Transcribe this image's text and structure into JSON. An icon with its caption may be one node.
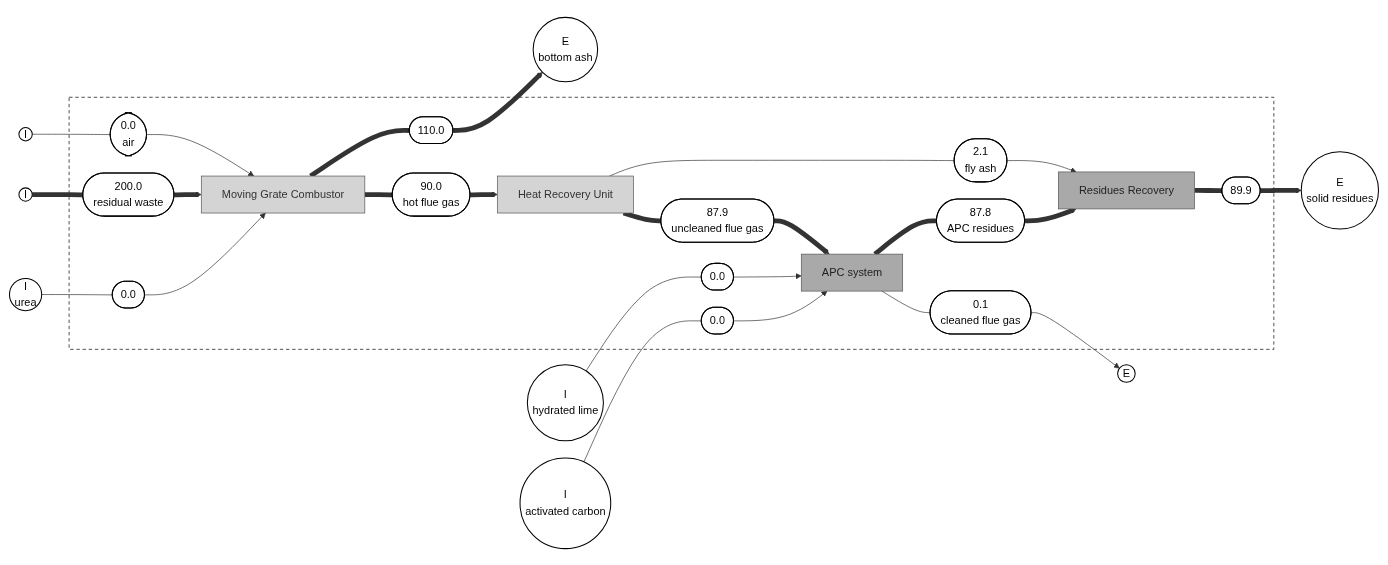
{
  "diagram": {
    "nodes": [
      {
        "text": [],
        "shape": "box"
      },
      {
        "text": [
          "I",
          "urea"
        ]
      },
      {
        "text": [
          "I",
          "hydrated lime"
        ]
      },
      {
        "text": [
          "I",
          "activated carbon"
        ]
      },
      {
        "text": [
          "0.0"
        ],
        "in": 0
      },
      {
        "text": [
          "0.0"
        ],
        "in": 0
      },
      {
        "text": [
          "0.0"
        ],
        "in": 0
      },
      {
        "text": [
          "I"
        ]
      },
      {
        "text": [
          "200.0",
          "residual waste"
        ],
        "in": 0
      },
      {
        "text": [
          "Moving Grate Combustor"
        ],
        "in": 0
      },
      {
        "text": [
          "90.0",
          "hot flue gas"
        ],
        "in": 0
      },
      {
        "text": [
          "Heat Recovery Unit"
        ],
        "in": 0
      },
      {
        "text": [
          "87.9",
          "uncleaned flue gas"
        ],
        "in": 0
      },
      {
        "text": [
          "APC system"
        ],
        "in": 0
      },
      {
        "text": [
          "0.1",
          "cleaned flue gas"
        ],
        "in": 0
      },
      {
        "text": [
          "E"
        ]
      },
      {
        "text": [
          "I"
        ]
      },
      {
        "text": [
          "0.0",
          "air"
        ],
        "in": 0
      },
      {
        "text": [
          "2.1",
          "fly ash"
        ],
        "in": 0
      },
      {
        "text": [
          "87.8",
          "APC residues"
        ],
        "in": 0
      },
      {
        "text": [
          "Residues Recovery"
        ],
        "in": 0
      },
      {
        "text": [
          "110.0"
        ],
        "in": 0
      },
      {
        "text": [
          "89.9"
        ],
        "in": 0
      },
      {
        "text": [
          "E",
          "bottom ash"
        ]
      },
      {
        "text": [
          "E",
          "solid residues"
        ]
      }
    ],
    "edges": [
      {
        "from": 1,
        "to": 4,
        "arrow": "none"
      },
      {
        "from": 4,
        "to": 9,
        "arrow": "to"
      },
      {
        "from": 2,
        "to": 5,
        "arrow": "none"
      },
      {
        "from": 5,
        "to": 13,
        "arrow": "to"
      },
      {
        "from": 3,
        "to": 6,
        "arrow": "none"
      },
      {
        "from": 6,
        "to": 13,
        "arrow": "to"
      },
      {
        "from": 7,
        "to": 8,
        "arrow": "none",
        "style": "thick"
      },
      {
        "from": 8,
        "to": 9,
        "arrow": "to",
        "style": "thick"
      },
      {
        "from": 16,
        "to": 17,
        "arrow": "none"
      },
      {
        "from": 17,
        "to": 9,
        "arrow": "to"
      },
      {
        "from": 9,
        "to": 10,
        "arrow": "none",
        "style": "thick"
      },
      {
        "from": 10,
        "to": 11,
        "arrow": "to",
        "style": "thick"
      },
      {
        "from": 11,
        "to": 12,
        "arrow": "none",
        "style": "thick"
      },
      {
        "from": 12,
        "to": 13,
        "arrow": "to",
        "style": "thick"
      },
      {
        "from": 13,
        "to": 14,
        "arrow": "none"
      },
      {
        "from": 14,
        "to": 15,
        "arrow": "to"
      },
      {
        "from": 11,
        "to": 18,
        "arrow": "none"
      },
      {
        "from": 18,
        "to": 20,
        "arrow": "to"
      },
      {
        "from": 13,
        "to": 19,
        "arrow": "none",
        "style": "thick"
      },
      {
        "from": 19,
        "to": 20,
        "arrow": "to",
        "style": "thick"
      },
      {
        "from": 9,
        "to": 21,
        "arrow": "none",
        "style": "thick"
      },
      {
        "from": 21,
        "to": 23,
        "arrow": "to",
        "style": "thick"
      },
      {
        "from": 20,
        "to": 22,
        "arrow": "none",
        "style": "thick"
      },
      {
        "from": 22,
        "to": 24,
        "arrow": "to",
        "style": "thick"
      }
    ]
  }
}
